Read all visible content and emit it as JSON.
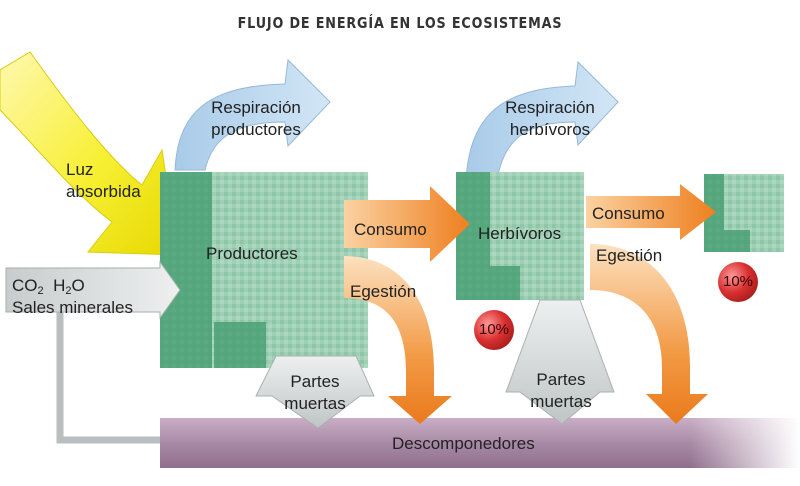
{
  "title": "FLUJO DE ENERGÍA EN LOS ECOSISTEMAS",
  "labels": {
    "luz_1": "Luz",
    "luz_2": "absorbida",
    "resp_productores_1": "Respiración",
    "resp_productores_2": "productores",
    "resp_herbivoros_1": "Respiración",
    "resp_herbivoros_2": "herbívoros",
    "productores": "Productores",
    "herbivoros": "Herbívoros",
    "consumo": "Consumo",
    "egestion": "Egestión",
    "co2": "CO",
    "co2_sub": "2",
    "h2o_h": "H",
    "h2o_sub": "2",
    "h2o_o": "O",
    "sales": "Sales minerales",
    "partes_1": "Partes",
    "partes_2": "muertas",
    "descomponedores": "Descomponedores",
    "pct": "10%"
  },
  "colors": {
    "green_light": "#9fd0b5",
    "green_dark": "#3f9a6c",
    "blue_arrow": "#b8d6ef",
    "orange": "#f08a2a",
    "decomposer": "#b394b0",
    "light_yellow": "#f6ee3a",
    "grey": "#cfd3d3"
  }
}
